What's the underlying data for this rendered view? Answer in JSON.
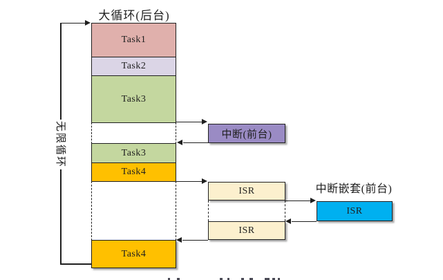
{
  "diagram": {
    "title": "大循环(后台)",
    "loop_label": "无限循环",
    "background_tasks": [
      {
        "label": "Task1"
      },
      {
        "label": "Task2"
      },
      {
        "label": "Task3"
      },
      {
        "label": "Task3"
      },
      {
        "label": "Task4"
      },
      {
        "label": "Task4"
      }
    ],
    "foreground": {
      "interrupt_label": "中断(前台)",
      "isr_top_label": "ISR",
      "isr_bottom_label": "ISR",
      "nested_title": "中断嵌套(前台)",
      "nested_isr_label": "ISR"
    },
    "colors": {
      "task1": "#E0B0AC",
      "task2": "#DBD5E6",
      "task3": "#C4D79F",
      "task4": "#FFC000",
      "interrupt": "#9A8BC4",
      "isr": "#FCF0CE",
      "nested_isr": "#00B0F0",
      "line": "#1F1F1F"
    }
  }
}
